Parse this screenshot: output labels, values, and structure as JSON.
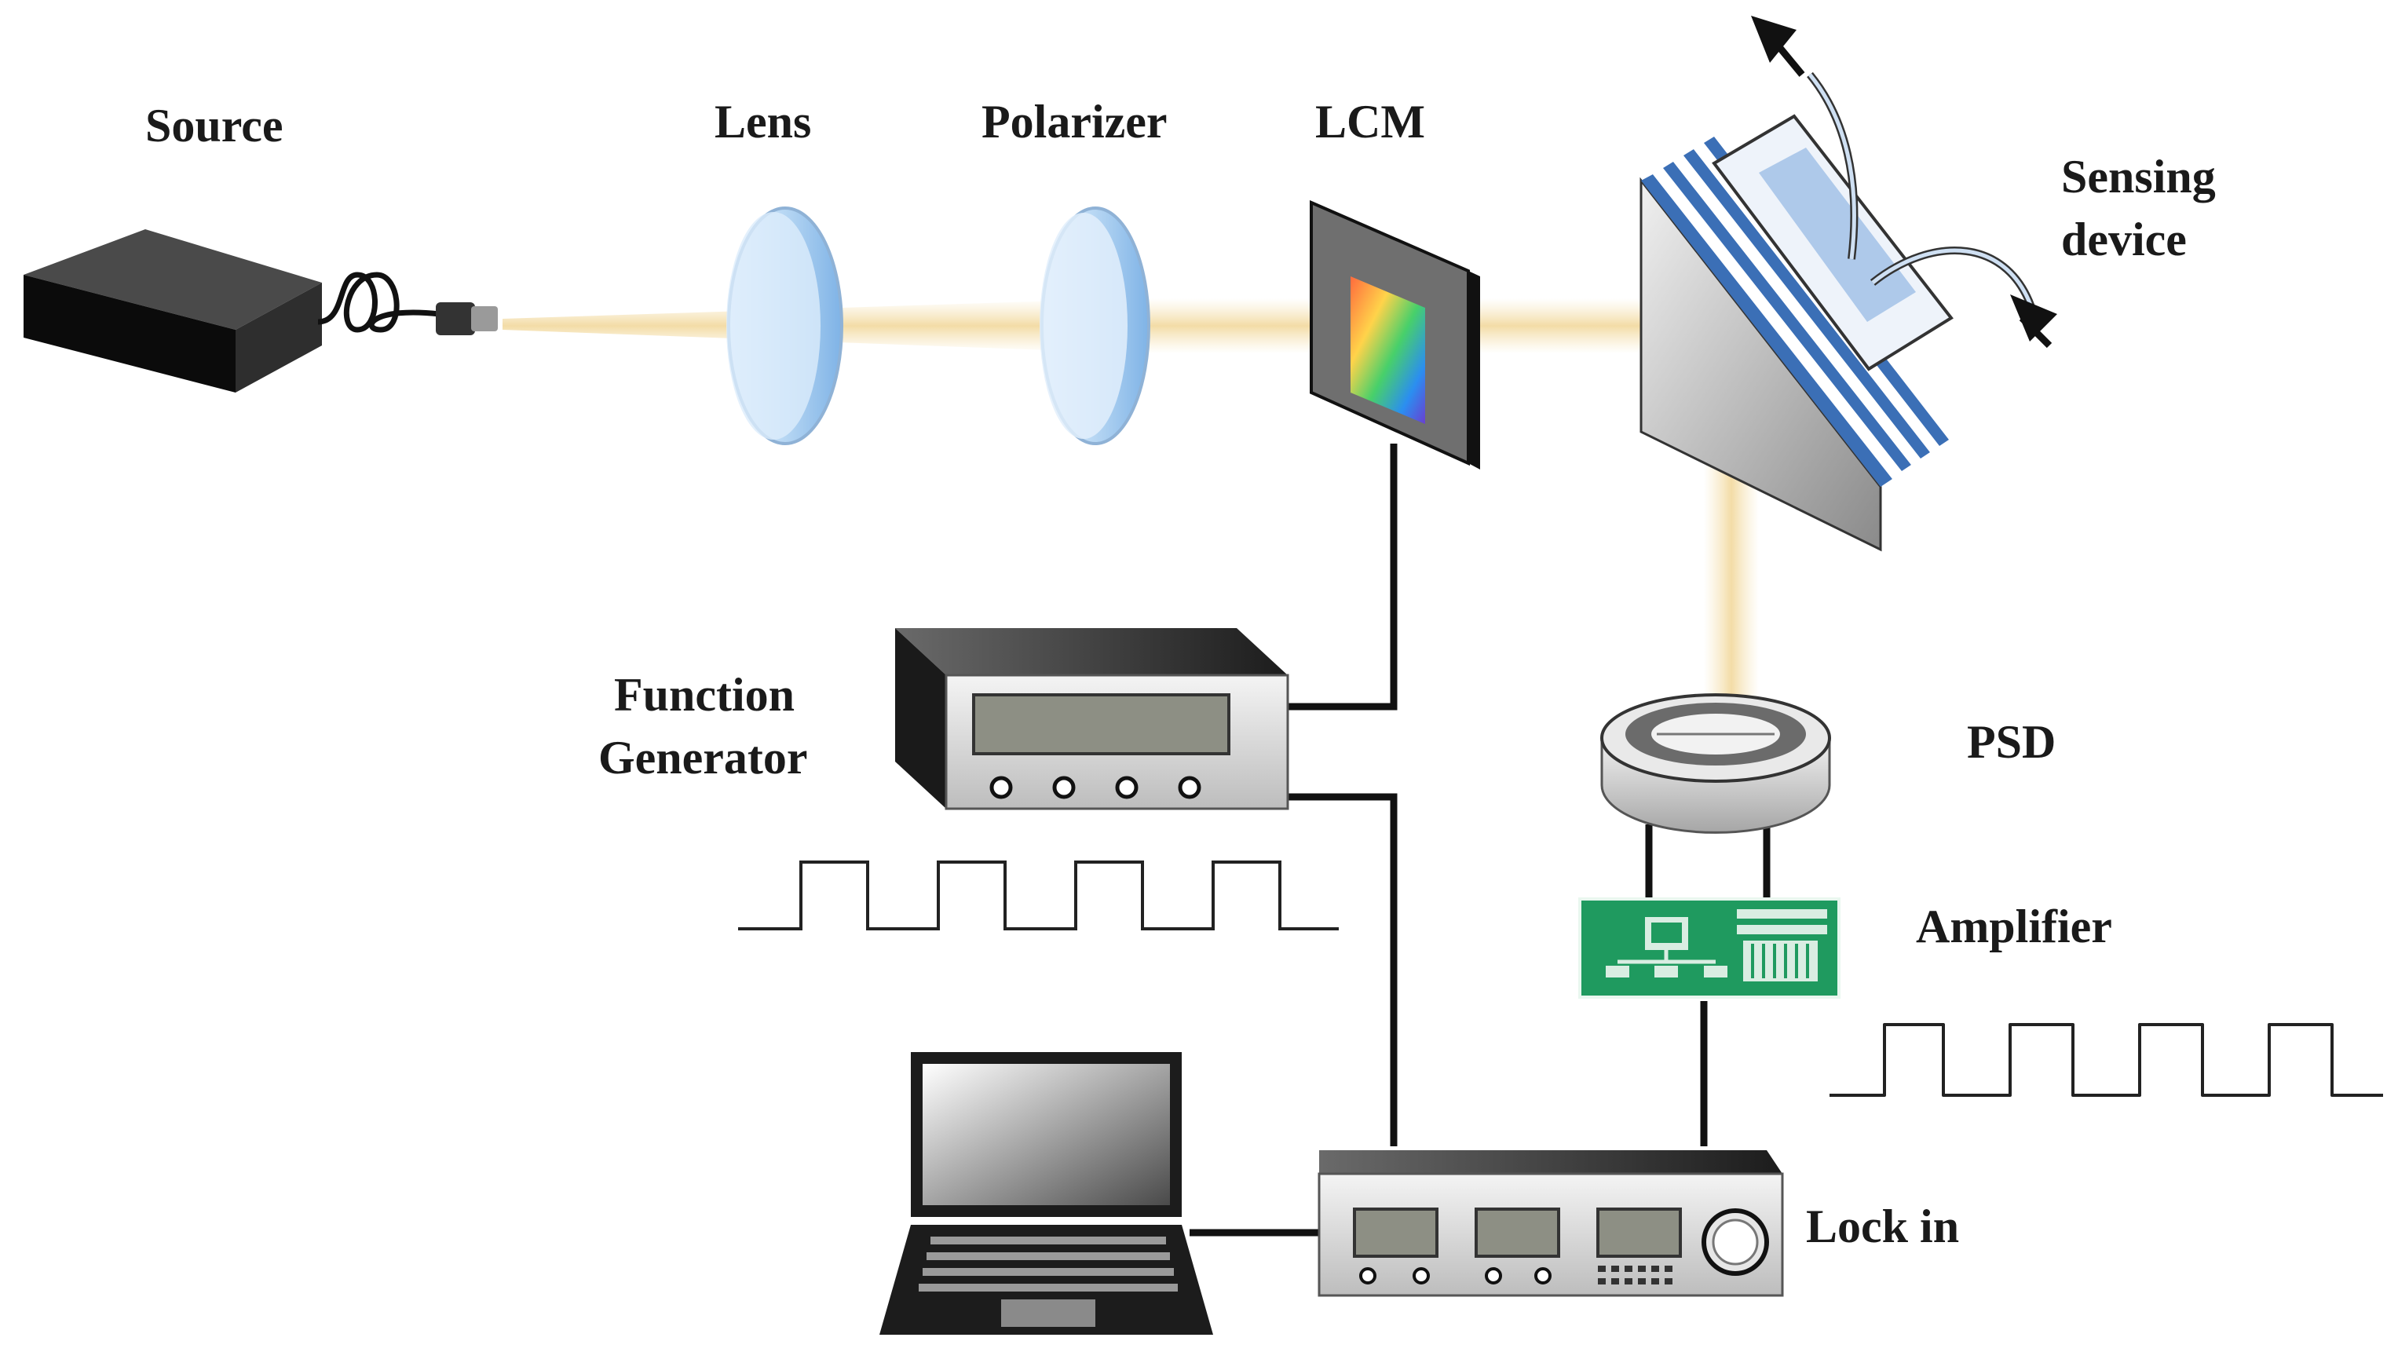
{
  "labels": {
    "source": "Source",
    "lens": "Lens",
    "polarizer": "Polarizer",
    "lcm": "LCM",
    "sensing_line1": "Sensing",
    "sensing_line2": "device",
    "function_line1": "Function",
    "function_line2": "Generator",
    "psd": "PSD",
    "amplifier": "Amplifier",
    "lockin": "Lock in"
  },
  "colors": {
    "beam": "#f7e7bf",
    "lens": "#bcd8f2",
    "pcb": "#1f9a5f",
    "wire": "#111111",
    "device": "#d9d9d9",
    "display": "#8d8f84"
  },
  "icons": {
    "source": "laser-source-icon",
    "lens": "lens-icon",
    "polarizer": "polarizer-icon",
    "lcm": "liquid-crystal-modulator-icon",
    "prism": "prism-sensor-icon",
    "function_generator": "function-generator-icon",
    "psd": "position-sensitive-detector-icon",
    "amplifier": "amplifier-board-icon",
    "lockin": "lock-in-amplifier-icon",
    "laptop": "laptop-icon",
    "flow_arrow": "flow-arrow-icon"
  }
}
